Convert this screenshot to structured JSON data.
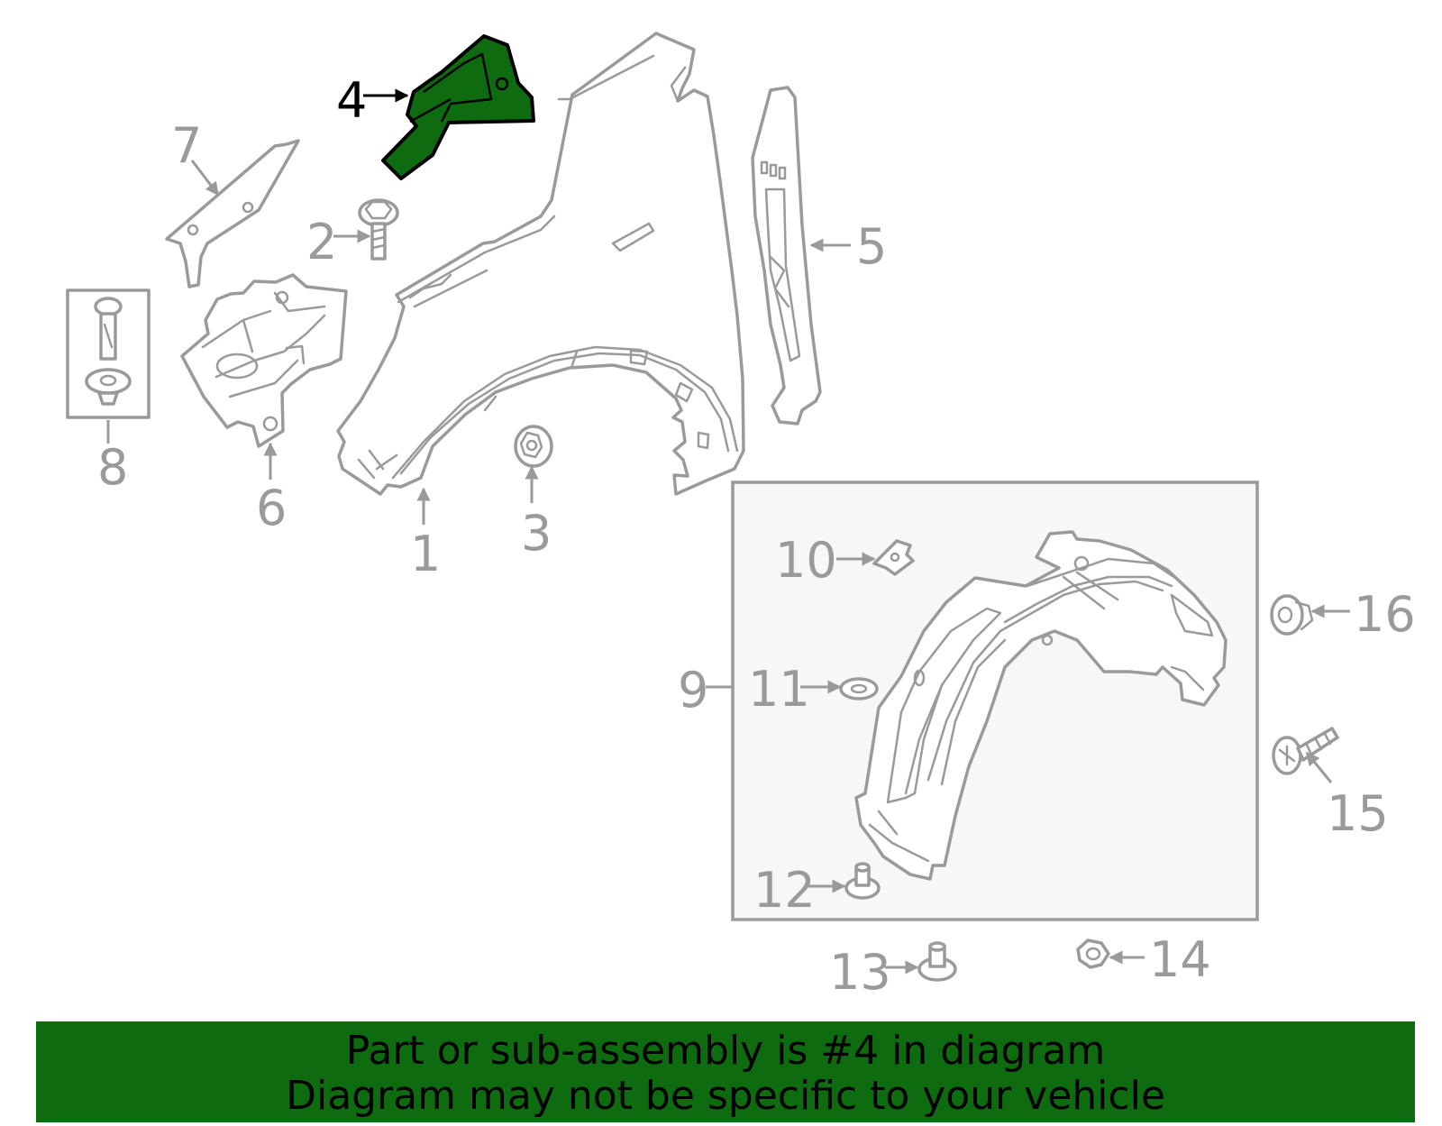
{
  "diagram": {
    "highlighted_part": "4",
    "highlight_color": "#0f6b0f",
    "part_color": "#9a9a9a",
    "callouts": {
      "c1": "1",
      "c2": "2",
      "c3": "3",
      "c4": "4",
      "c5": "5",
      "c6": "6",
      "c7": "7",
      "c8": "8",
      "c9": "9",
      "c10": "10",
      "c11": "11",
      "c12": "12",
      "c13": "13",
      "c14": "14",
      "c15": "15",
      "c16": "16"
    }
  },
  "banner": {
    "line1": "Part or sub-assembly is #4 in diagram",
    "line2": "Diagram may not be specific to your vehicle"
  }
}
